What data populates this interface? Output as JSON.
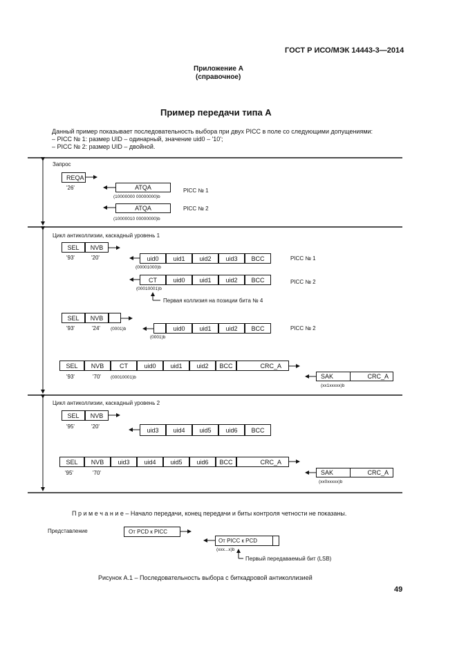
{
  "header": {
    "standard": "ГОСТ Р ИСО/МЭК 14443-3—2014"
  },
  "appendix": {
    "title": "Приложение А",
    "subtitle": "(справочное)"
  },
  "section": {
    "title": "Пример передачи типа А",
    "intro": "Данный пример показывает последовательность выбора при двух PICC в поле со следующими допущениями:",
    "item1": "– PICC № 1: размер UID – одинарный, значение uid0 – '10';",
    "item2": "– PICC № 2: размер UID – двойной."
  },
  "diagram": {
    "request": {
      "label": "Запрос",
      "reqa": "REQA",
      "reqa_val": "'26'",
      "atqa1": "ATQA",
      "atqa1_bits": "(10000000 00000000)b",
      "picc1": "PICC № 1",
      "atqa2": "ATQA",
      "atqa2_bits": "(10000010 00000000)b",
      "picc2": "PICC № 2"
    },
    "level1": {
      "label": "Цикл антиколлизии, каскадный уровень 1",
      "sel": "SEL",
      "nvb": "NVB",
      "sel_val": "'93'",
      "nvb_val": "'20'",
      "resp1": [
        "uid0",
        "uid1",
        "uid2",
        "uid3",
        "BCC"
      ],
      "resp1_bits": "(00001000)b",
      "resp1_picc": "PICC № 1",
      "resp2": [
        "CT",
        "uid0",
        "uid1",
        "uid2",
        "BCC"
      ],
      "resp2_bits": "(00010001)b",
      "resp2_picc": "PICC № 2",
      "collision_note": "Первая коллизия на позиции бита № 4",
      "sel2": "SEL",
      "nvb2": "NVB",
      "sel2_val": "'93'",
      "nvb2_val": "'24'",
      "nvb2_bits": "(0001)b",
      "resp3": [
        "uid0",
        "uid1",
        "uid2",
        "BCC"
      ],
      "resp3_bits": "(0001)b",
      "resp3_picc": "PICC № 2",
      "select": [
        "SEL",
        "NVB",
        "CT",
        "uid0",
        "uid1",
        "uid2",
        "BCC",
        "CRC_A"
      ],
      "select_sel_val": "'93'",
      "select_nvb_val": "'70'",
      "select_ct_bits": "(00010001)b",
      "sak": "SAK",
      "sak_crc": "CRC_A",
      "sak_bits": "(xx1xxxxx)b"
    },
    "level2": {
      "label": "Цикл антиколлизии, каскадный уровень 2",
      "sel": "SEL",
      "nvb": "NVB",
      "sel_val": "'95'",
      "nvb_val": "'20'",
      "resp": [
        "uid3",
        "uid4",
        "uid5",
        "uid6",
        "BCC"
      ],
      "select": [
        "SEL",
        "NVB",
        "uid3",
        "uid4",
        "uid5",
        "uid6",
        "BCC",
        "CRC_A"
      ],
      "select_sel_val": "'95'",
      "select_nvb_val": "'70'",
      "sak": "SAK",
      "sak_crc": "CRC_A",
      "sak_bits": "(xx0xxxxx)b"
    }
  },
  "note": "П р и м е ч а н и е  – Начало передачи, конец передачи и биты контроля четности не показаны.",
  "legend": {
    "label": "Представление",
    "pcd": "От PCD к PICC",
    "picc": "От PICC к PCD",
    "bits": "(xxx...x)b",
    "first_bit": "Первый передаваемый бит (LSB)"
  },
  "caption": "Рисунок А.1 – Последовательность выбора с биткадровой антиколлизией",
  "page_number": "49"
}
